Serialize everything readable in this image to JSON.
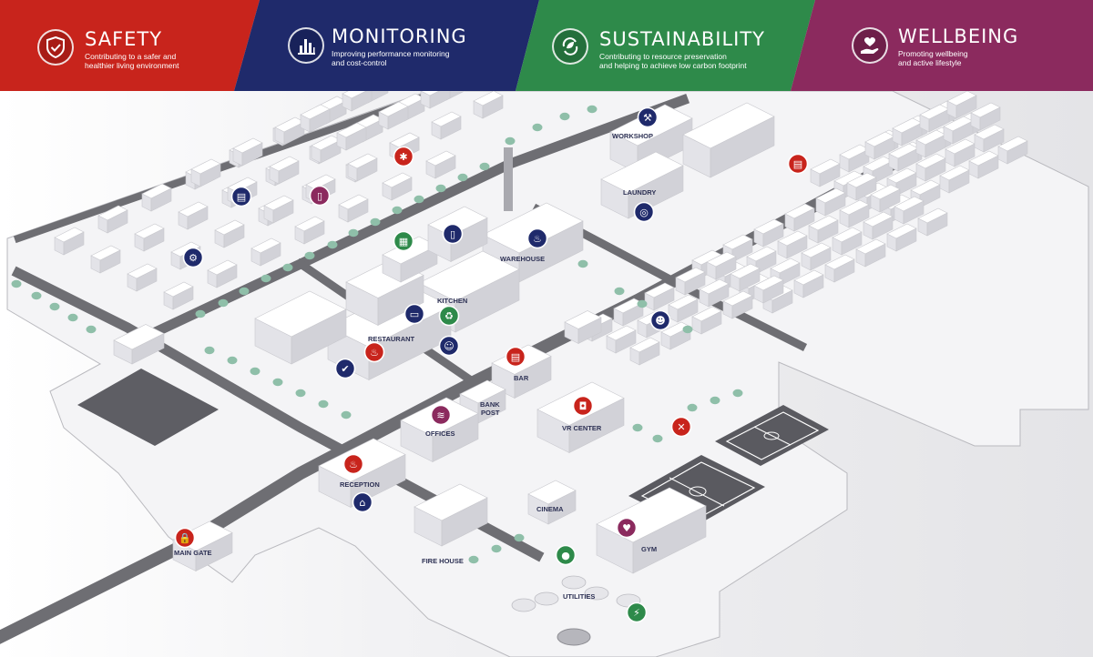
{
  "header": {
    "panels": [
      {
        "title": "SAFETY",
        "subtitle": "Contributing to a safer and\nhealthier living environment",
        "color": "#c8241c",
        "icon": "shield-check-icon"
      },
      {
        "title": "MONITORING",
        "subtitle": "Improving performance monitoring\nand cost-control",
        "color": "#1f2a6b",
        "icon": "bar-chart-icon"
      },
      {
        "title": "SUSTAINABILITY",
        "subtitle": "Contributing to resource preservation\nand helping to achieve low carbon footprint",
        "color": "#2e8a4a",
        "icon": "recycle-leaf-icon"
      },
      {
        "title": "WELLBEING",
        "subtitle": "Promoting wellbeing\nand active lifestyle",
        "color": "#8b2a5e",
        "icon": "heart-hand-icon"
      }
    ]
  },
  "map": {
    "labels": {
      "workshop": "WORKSHOP",
      "laundry": "LAUNDRY",
      "warehouse": "WAREHOUSE",
      "kitchen": "KITCHEN",
      "restaurant": "RESTAURANT",
      "bar": "BAR",
      "bank_line1": "BANK",
      "bank_line2": "POST",
      "offices": "OFFICES",
      "vr_center": "VR CENTER",
      "reception": "RECEPTION",
      "cinema": "CINEMA",
      "gym": "GYM",
      "fire_house": "FIRE HOUSE",
      "utilities": "UTILITIES",
      "main_gate": "MAIN GATE"
    }
  },
  "colors": {
    "red": "#c8241c",
    "navy": "#1f2a6b",
    "green": "#2e8a4a",
    "purple": "#8b2a5e",
    "road": "#6e6e73",
    "tree": "#8fbfa9"
  }
}
